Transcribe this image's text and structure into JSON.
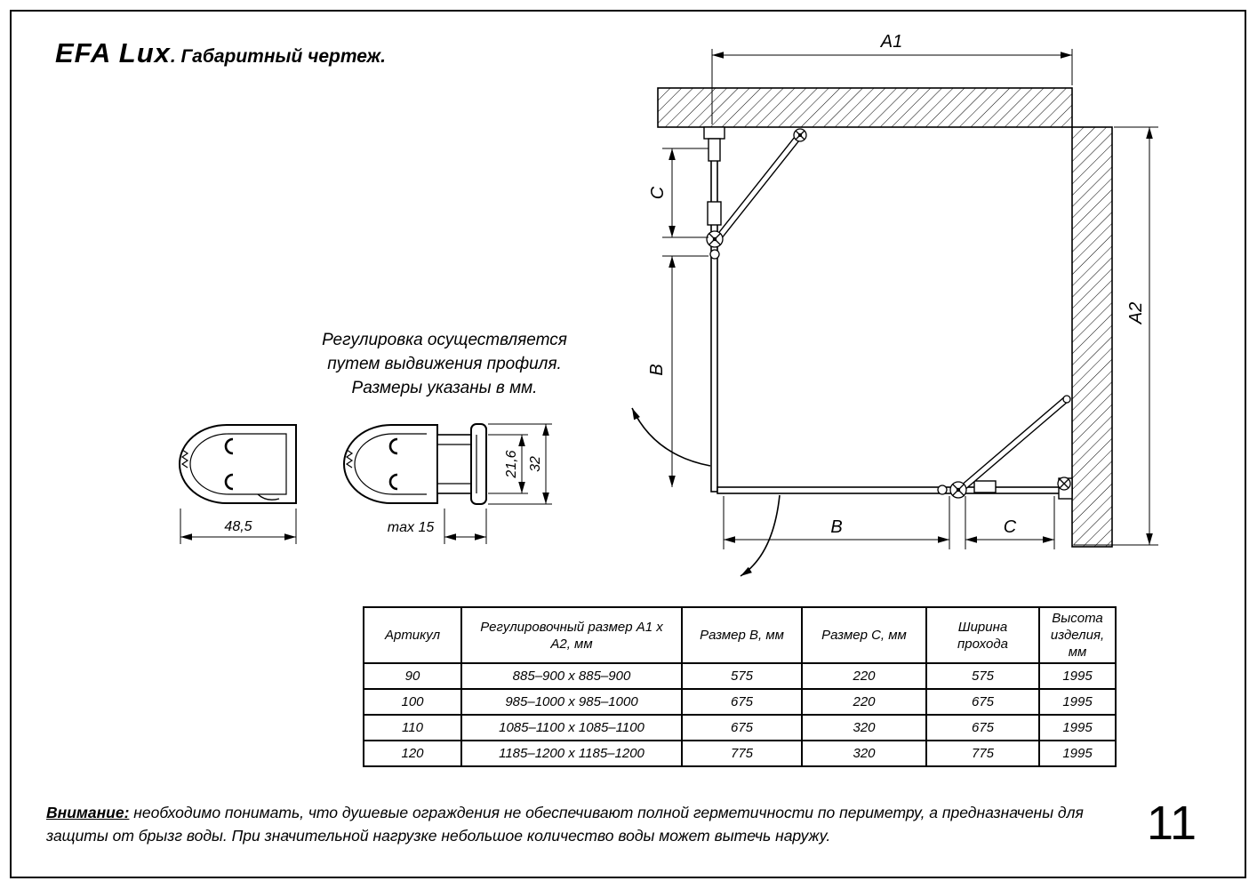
{
  "header": {
    "title": "EFA Lux",
    "subtitle": ". Габаритный чертеж."
  },
  "note": {
    "lines": [
      "Регулировка осуществляется",
      "путем выдвижения профиля.",
      "Размеры указаны в мм."
    ]
  },
  "drawing": {
    "dim_a1": "A1",
    "dim_a2": "A2",
    "dim_c_side": "C",
    "dim_b_side": "B",
    "dim_b_bottom": "B",
    "dim_c_bottom": "C",
    "profile_width": "48,5",
    "profile_max_extension": "max 15",
    "profile_slot_height": "21,6",
    "profile_height": "32"
  },
  "table": {
    "headers": [
      "Артикул",
      "Регулировочный размер A1 x A2, мм",
      "Размер B, мм",
      "Размер C, мм",
      "Ширина прохода",
      "Высота изделия, мм"
    ],
    "rows": [
      [
        "90",
        "885–900 x 885–900",
        "575",
        "220",
        "575",
        "1995"
      ],
      [
        "100",
        "985–1000 x 985–1000",
        "675",
        "220",
        "675",
        "1995"
      ],
      [
        "110",
        "1085–1100 x 1085–1100",
        "675",
        "320",
        "675",
        "1995"
      ],
      [
        "120",
        "1185–1200 x 1185–1200",
        "775",
        "320",
        "775",
        "1995"
      ]
    ]
  },
  "warning": {
    "label": "Внимание:",
    "text": " необходимо понимать, что душевые ограждения не обеспечивают полной герметичности по периметру, а предназначены для защиты от брызг воды. При значительной нагрузке небольшое количество воды может вытечь наружу."
  },
  "page_number": "11"
}
